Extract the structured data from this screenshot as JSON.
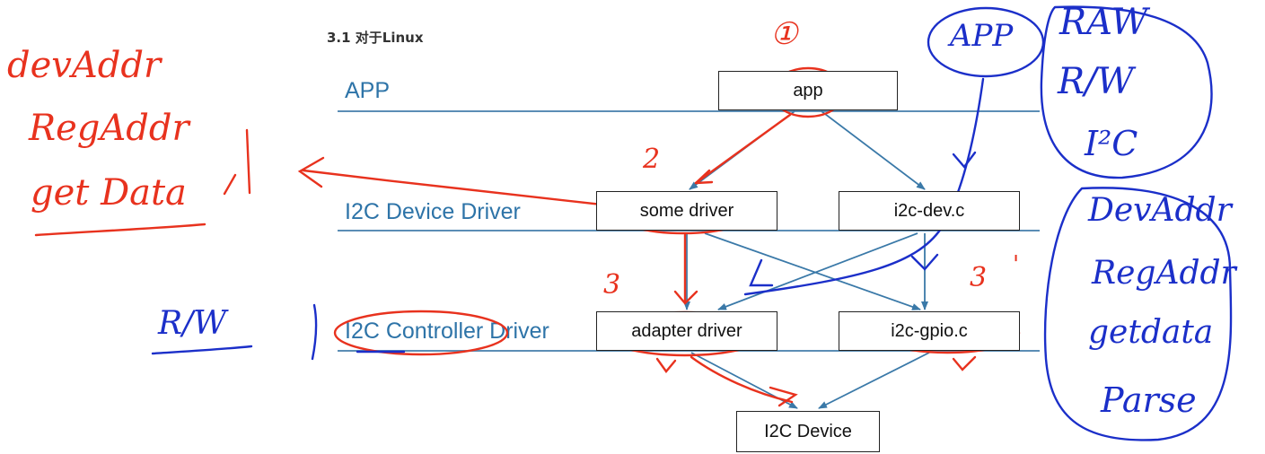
{
  "section_title": "3.1 对于Linux",
  "layers": {
    "app": "APP",
    "device_driver": "I2C Device Driver",
    "controller_driver": "I2C Controller Driver"
  },
  "boxes": {
    "app": "app",
    "some_driver": "some driver",
    "i2c_dev": "i2c-dev.c",
    "adapter_driver": "adapter driver",
    "i2c_gpio": "i2c-gpio.c",
    "i2c_device": "I2C Device"
  },
  "annotations_red": {
    "num1": "①",
    "num2": "2",
    "num3": "3",
    "num3b": "3",
    "num3b_mark": "'",
    "left_lines": [
      "devAddr",
      "RegAddr",
      "get Data"
    ]
  },
  "annotations_blue": {
    "rw_left": "R/W",
    "app_circle": "APP",
    "top_right": [
      "RAW",
      "R/W",
      "I²C"
    ],
    "bottom_right": [
      "DevAddr",
      "RegAddr",
      "getdata",
      "Parse"
    ]
  },
  "colors": {
    "diagram_blue": "#2E74A8",
    "arrow_blue": "#3A79A8",
    "pen_red": "#E8321E",
    "pen_blue": "#1B2FC9"
  }
}
